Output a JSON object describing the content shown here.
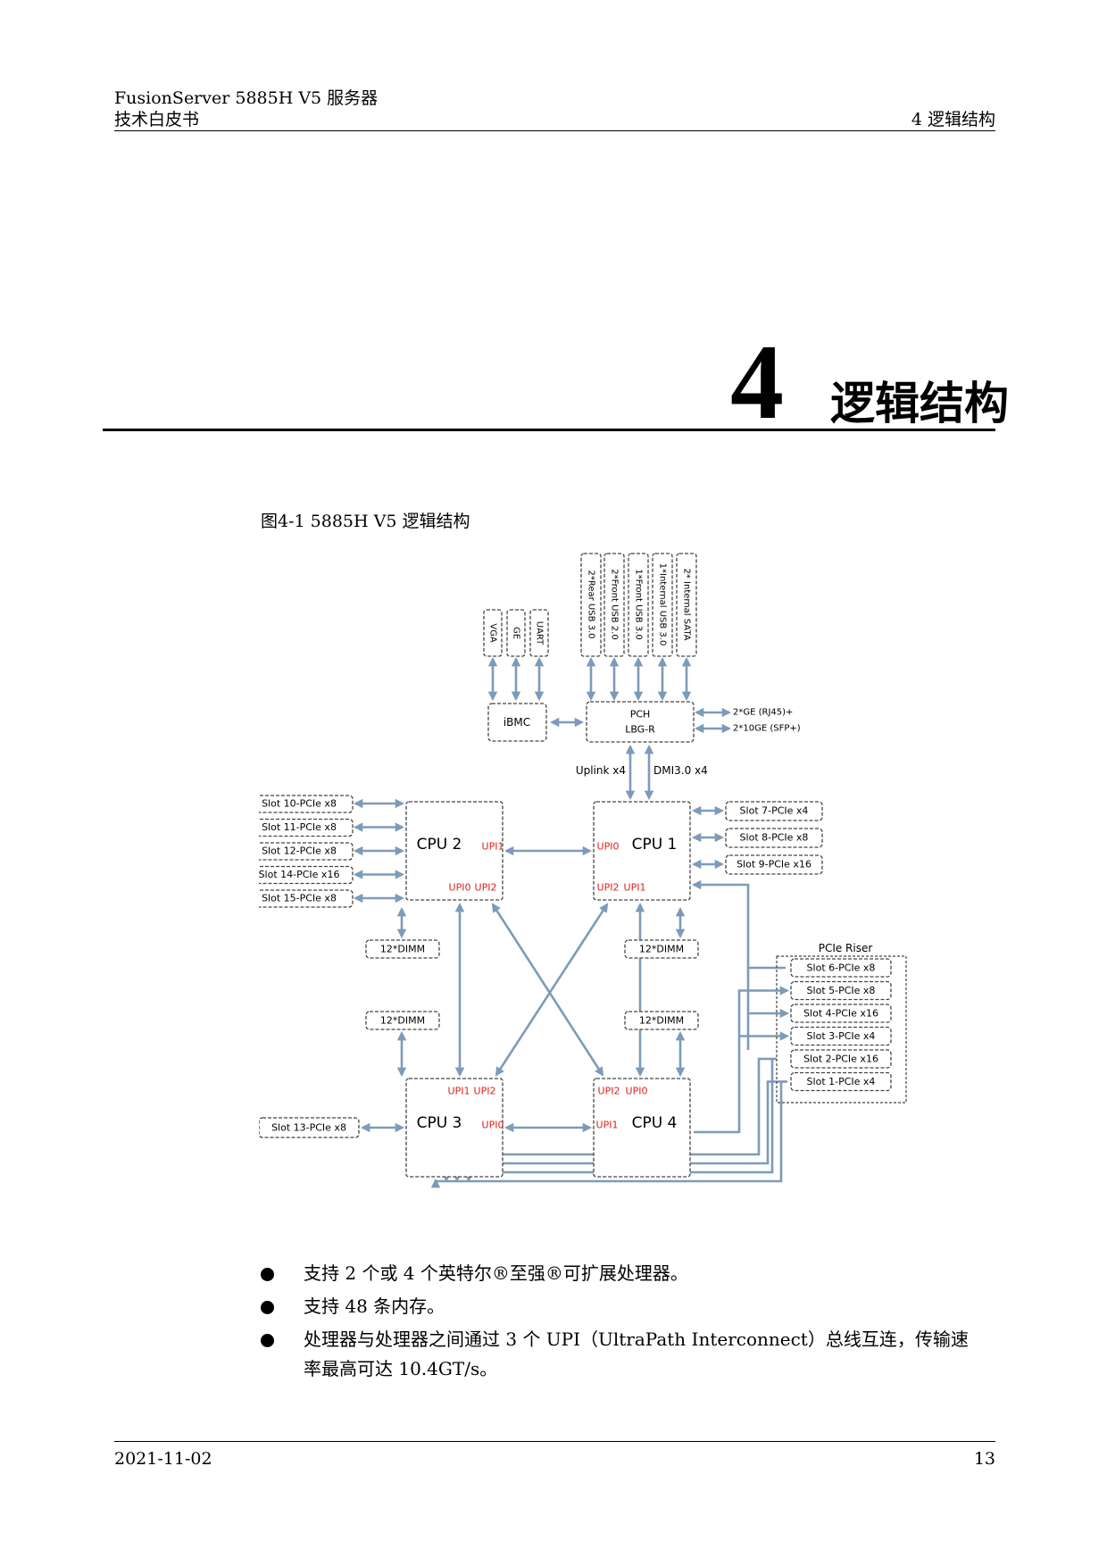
{
  "header": {
    "doc_title": "FusionServer 5885H V5  服务器",
    "doc_type": "技术白皮书",
    "section": "4  逻辑结构"
  },
  "chapter": {
    "number": "4",
    "title": "逻辑结构"
  },
  "figure": {
    "caption": "图4-1 5885H V5 逻辑结构",
    "ibmc_ports": [
      "VGA",
      "GE",
      "UART"
    ],
    "pch_top_ports": [
      "2*Rear USB 3.0",
      "2*Front USB 2.0",
      "1*Front USB 3.0",
      "1*Internal USB 3.0",
      "2* Internal SATA"
    ],
    "ibmc": "iBMC",
    "pch": {
      "name": "PCH",
      "model": "LBG-R"
    },
    "pch_side": [
      "2*GE (RJ45)+",
      "2*10GE (SFP+)"
    ],
    "uplink": "Uplink x4",
    "dmi": "DMI3.0 x4",
    "cpu2_slots": [
      "Slot 10-PCIe x8",
      "Slot 11-PCIe x8",
      "Slot 12-PCIe x8",
      "Slot 14-PCIe x16",
      "Slot 15-PCIe x8"
    ],
    "cpu1_slots": [
      "Slot 7-PCIe x4",
      "Slot 8-PCIe x8",
      "Slot 9-PCIe x16"
    ],
    "cpu3_slot": "Slot 13-PCIe x8",
    "riser_title": "PCIe Riser",
    "riser_slots": [
      "Slot 6-PCIe x8",
      "Slot 5-PCIe x8",
      "Slot 4-PCIe x16",
      "Slot 3-PCIe x4",
      "Slot 2-PCIe x16",
      "Slot 1-PCIe x4"
    ],
    "dimm": "12*DIMM",
    "cpus": {
      "cpu1": {
        "name": "CPU 1",
        "upi_a": "UPI0",
        "upi_b": "UPI2",
        "upi_c": "UPI1"
      },
      "cpu2": {
        "name": "CPU 2",
        "upi_a": "UPI1",
        "upi_b": "UPI0",
        "upi_c": "UPI2"
      },
      "cpu3": {
        "name": "CPU 3",
        "upi_a": "UPI1",
        "upi_b": "UPI2",
        "upi_c": "UPI0"
      },
      "cpu4": {
        "name": "CPU 4",
        "upi_a": "UPI2",
        "upi_b": "UPI0",
        "upi_c": "UPI1"
      }
    },
    "upi_color": "#e0201b",
    "link_color": "#7d9bb8"
  },
  "bullets": [
    "支持 2 个或 4 个英特尔®至强®可扩展处理器。",
    "支持 48 条内存。",
    "处理器与处理器之间通过 3 个 UPI（UltraPath Interconnect）总线互连，传输速率最高可达 10.4GT/s。"
  ],
  "footer": {
    "date": "2021-11-02",
    "page": "13"
  }
}
